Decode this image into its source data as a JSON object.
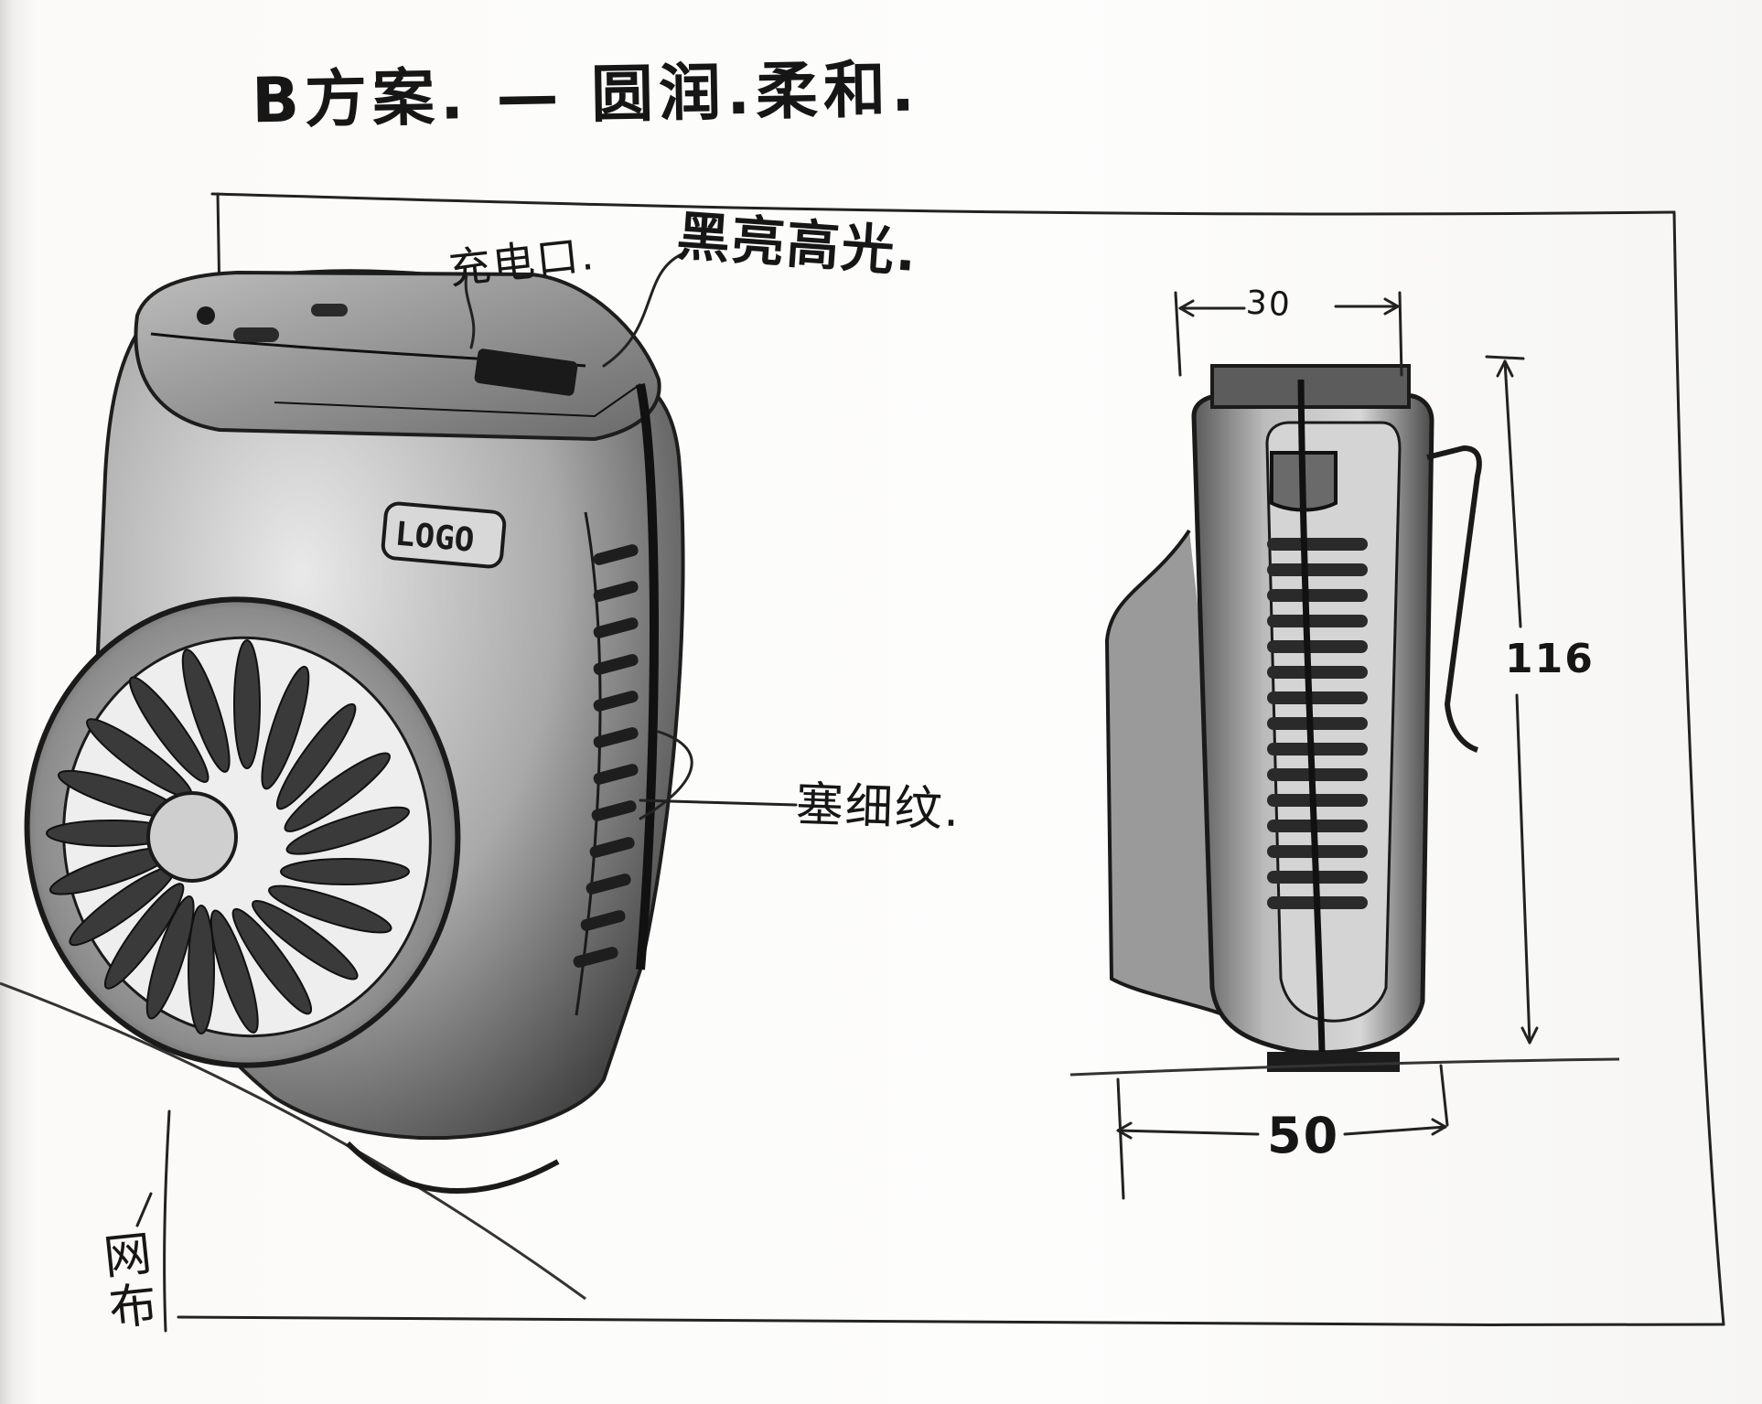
{
  "annotations": {
    "title": "B方案. — 圆润.柔和.",
    "charging_port": "充电口.",
    "glossy_black": "黑亮高光.",
    "texture": "塞细纹.",
    "mesh_cover": "网布"
  },
  "dimensions": {
    "side_width_top": "30",
    "side_height": "116",
    "side_width_bottom": "50"
  },
  "product_logo": "LOGO",
  "colors": {
    "paper": "#fdfdfc",
    "graphite": "#1c1c1c"
  }
}
